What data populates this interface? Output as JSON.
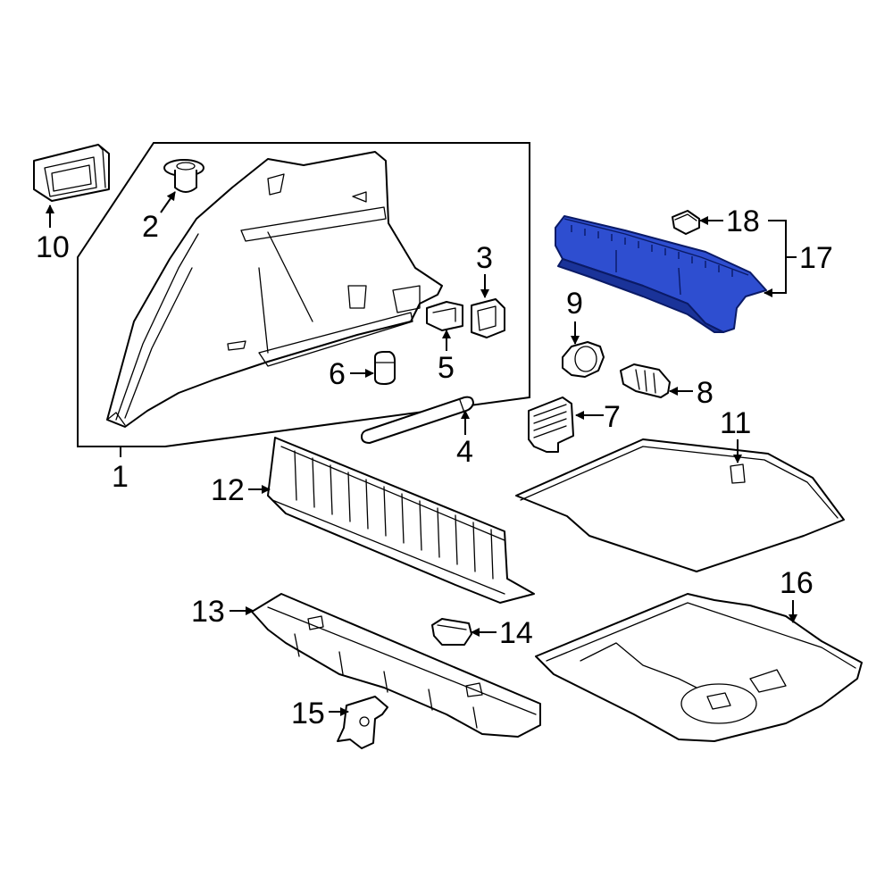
{
  "diagram": {
    "highlight_color": "#2e4ed0",
    "highlight_dark": "#1a3399",
    "callouts": [
      {
        "id": "1",
        "label": "1"
      },
      {
        "id": "2",
        "label": "2"
      },
      {
        "id": "3",
        "label": "3"
      },
      {
        "id": "4",
        "label": "4"
      },
      {
        "id": "5",
        "label": "5"
      },
      {
        "id": "6",
        "label": "6"
      },
      {
        "id": "7",
        "label": "7"
      },
      {
        "id": "8",
        "label": "8"
      },
      {
        "id": "9",
        "label": "9"
      },
      {
        "id": "10",
        "label": "10"
      },
      {
        "id": "11",
        "label": "11"
      },
      {
        "id": "12",
        "label": "12"
      },
      {
        "id": "13",
        "label": "13"
      },
      {
        "id": "14",
        "label": "14"
      },
      {
        "id": "15",
        "label": "15"
      },
      {
        "id": "16",
        "label": "16"
      },
      {
        "id": "17",
        "label": "17"
      },
      {
        "id": "18",
        "label": "18"
      }
    ]
  }
}
